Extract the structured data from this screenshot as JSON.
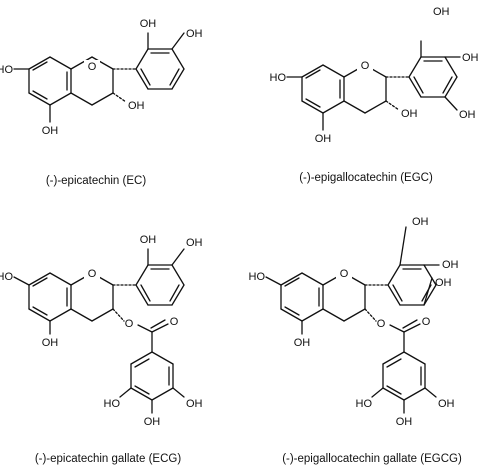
{
  "structures": [
    {
      "caption": "(-)-epicatechin (EC)",
      "labels": {
        "oh": "OH",
        "ho": "HO",
        "o": "O"
      }
    },
    {
      "caption": "(-)-epigallocatechin (EGC)",
      "labels": {
        "oh": "OH",
        "ho": "HO",
        "o": "O"
      }
    },
    {
      "caption": "(-)-epicatechin gallate (ECG)",
      "labels": {
        "oh": "OH",
        "ho": "HO",
        "o": "O"
      }
    },
    {
      "caption": "(-)-epigallocatechin gallate (EGCG)",
      "labels": {
        "oh": "OH",
        "ho": "HO",
        "o": "O"
      }
    }
  ],
  "colors": {
    "ink": "#111111",
    "background": "#ffffff"
  }
}
